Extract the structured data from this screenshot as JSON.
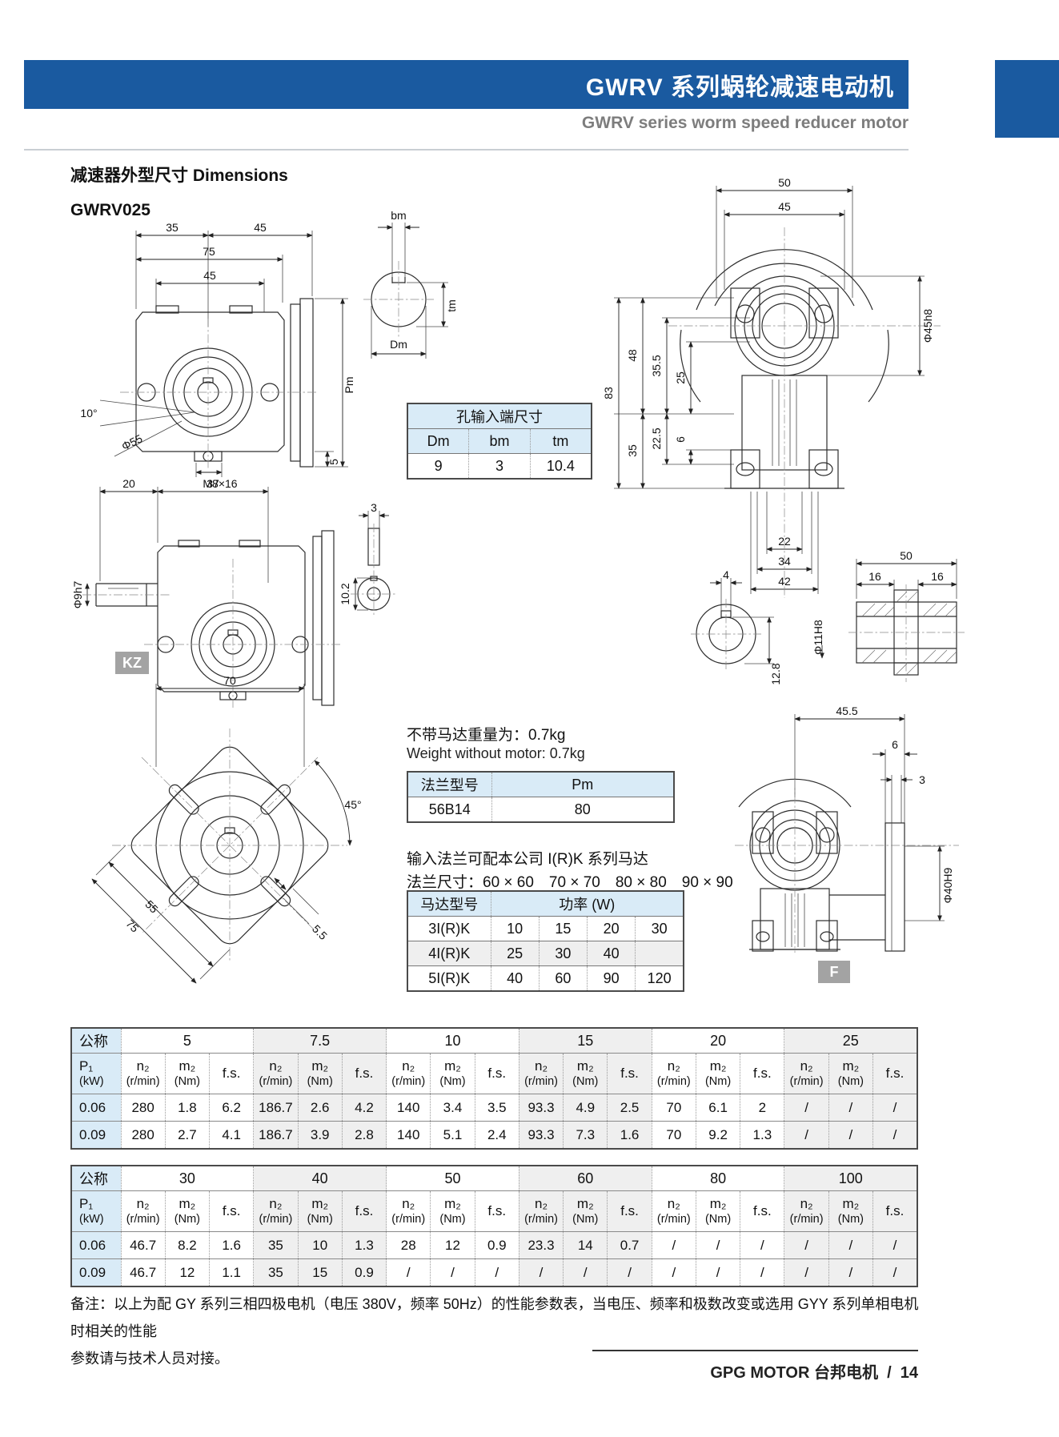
{
  "header": {
    "title": "GWRV 系列蜗轮减速电动机",
    "subtitle": "GWRV series worm speed reducer motor"
  },
  "titles": {
    "section": "减速器外型尺寸 Dimensions",
    "model": "GWRV025"
  },
  "weight": {
    "cn": "不带马达重量为：0.7kg",
    "en": "Weight without motor: 0.7kg"
  },
  "flange_note": {
    "line1": "输入法兰可配本公司 I(R)K 系列马达",
    "line2": "法兰尺寸：60 × 60　70 × 70　80 × 80　90 × 90"
  },
  "bore_table": {
    "title": "孔输入端尺寸",
    "headers": [
      "Dm",
      "bm",
      "tm"
    ],
    "values": [
      "9",
      "3",
      "10.4"
    ]
  },
  "flange_table": {
    "col1": "法兰型号",
    "col2": "Pm",
    "row1": [
      "56B14",
      "80"
    ]
  },
  "motor_table": {
    "col1": "马达型号",
    "col2": "功率 (W)",
    "rows": [
      [
        "3I(R)K",
        "10",
        "15",
        "20",
        "30"
      ],
      [
        "4I(R)K",
        "25",
        "30",
        "40",
        ""
      ],
      [
        "5I(R)K",
        "40",
        "60",
        "90",
        "120"
      ]
    ]
  },
  "labels": {
    "kz": "KZ",
    "f": "F"
  },
  "dims": {
    "a": {
      "d35": "35",
      "d45": "45",
      "d75": "75",
      "d45b": "45",
      "pm": "Pm",
      "deg10": "10°",
      "phi55": "Φ55",
      "m8": "M8×16",
      "d5": "5"
    },
    "b": {
      "bm": "bm",
      "tm": "tm",
      "dm": "Dm"
    },
    "c": {
      "d50": "50",
      "d45": "45",
      "d83": "83",
      "d48": "48",
      "d355": "35.5",
      "d25": "25",
      "d225": "22.5",
      "d6": "6",
      "d35": "35",
      "phi45h8": "Φ45h8",
      "d22": "22",
      "d34": "34",
      "d42": "42"
    },
    "d": {
      "d20": "20",
      "d37": "37",
      "phi9h7": "Φ9h7"
    },
    "e": {
      "d3": "3",
      "d102": "10.2"
    },
    "f": {
      "d4": "4",
      "d128": "12.8",
      "phi11h8": "Φ11H8",
      "d50": "50",
      "d16l": "16",
      "d16r": "16"
    },
    "g": {
      "d70": "70",
      "deg45": "45°",
      "d55": "55",
      "d75": "75",
      "d55s": "5.5"
    },
    "h": {
      "d455": "45.5",
      "d6": "6",
      "d3": "3",
      "phi40h9": "Φ40H9"
    }
  },
  "perf": {
    "ratio_label": "公称",
    "p1": "P₁",
    "p1_unit": "(kW)",
    "n2": "n₂",
    "n2_unit": "(r/min)",
    "m2": "m₂",
    "m2_unit": "(Nm)",
    "fs": "f.s.",
    "t1": {
      "ratios": [
        "5",
        "7.5",
        "10",
        "15",
        "20",
        "25"
      ],
      "rows": [
        {
          "p1": "0.06",
          "c": [
            "280",
            "1.8",
            "6.2",
            "186.7",
            "2.6",
            "4.2",
            "140",
            "3.4",
            "3.5",
            "93.3",
            "4.9",
            "2.5",
            "70",
            "6.1",
            "2",
            "/",
            "/",
            "/"
          ]
        },
        {
          "p1": "0.09",
          "c": [
            "280",
            "2.7",
            "4.1",
            "186.7",
            "3.9",
            "2.8",
            "140",
            "5.1",
            "2.4",
            "93.3",
            "7.3",
            "1.6",
            "70",
            "9.2",
            "1.3",
            "/",
            "/",
            "/"
          ]
        }
      ]
    },
    "t2": {
      "ratios": [
        "30",
        "40",
        "50",
        "60",
        "80",
        "100"
      ],
      "rows": [
        {
          "p1": "0.06",
          "c": [
            "46.7",
            "8.2",
            "1.6",
            "35",
            "10",
            "1.3",
            "28",
            "12",
            "0.9",
            "23.3",
            "14",
            "0.7",
            "/",
            "/",
            "/",
            "/",
            "/",
            "/"
          ]
        },
        {
          "p1": "0.09",
          "c": [
            "46.7",
            "12",
            "1.1",
            "35",
            "15",
            "0.9",
            "/",
            "/",
            "/",
            "/",
            "/",
            "/",
            "/",
            "/",
            "/",
            "/",
            "/",
            "/"
          ]
        }
      ]
    }
  },
  "note": {
    "line1": "备注：以上为配 GY 系列三相四极电机（电压 380V，频率 50Hz）的性能参数表，当电压、频率和极数改变或选用 GYY 系列单相电机时相关的性能",
    "line2": "参数请与技术人员对接。"
  },
  "footer": {
    "text": "GPG MOTOR 台邦电机  /  14"
  }
}
